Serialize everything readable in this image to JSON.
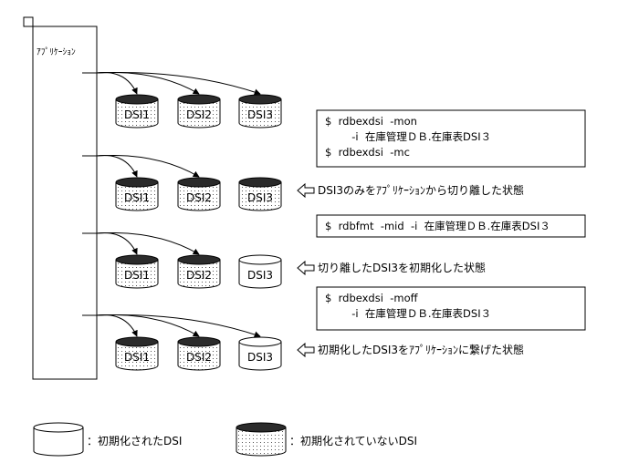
{
  "app_label": "ｱﾌﾟﾘｹｰｼｮﾝ",
  "stages": [
    {
      "dsis": [
        {
          "label": "DSI1",
          "initialized": false
        },
        {
          "label": "DSI2",
          "initialized": false
        },
        {
          "label": "DSI3",
          "initialized": false
        }
      ],
      "connected": [
        true,
        true,
        true
      ],
      "caption": ""
    },
    {
      "dsis": [
        {
          "label": "DSI1",
          "initialized": false
        },
        {
          "label": "DSI2",
          "initialized": false
        },
        {
          "label": "DSI3",
          "initialized": false
        }
      ],
      "connected": [
        true,
        true,
        false
      ],
      "caption": "DSI3のみをｱﾌﾟﾘｹｰｼｮﾝから切り離した状態"
    },
    {
      "dsis": [
        {
          "label": "DSI1",
          "initialized": false
        },
        {
          "label": "DSI2",
          "initialized": false
        },
        {
          "label": "DSI3",
          "initialized": true
        }
      ],
      "connected": [
        true,
        true,
        false
      ],
      "caption": "切り離したDSI3を初期化した状態"
    },
    {
      "dsis": [
        {
          "label": "DSI1",
          "initialized": false
        },
        {
          "label": "DSI2",
          "initialized": false
        },
        {
          "label": "DSI3",
          "initialized": true
        }
      ],
      "connected": [
        true,
        true,
        true
      ],
      "caption": "初期化したDSI3をｱﾌﾟﾘｹｰｼｮﾝに繋げた状態"
    }
  ],
  "commands": [
    [
      "$  rdbexdsi  -mon",
      "        -i  在庫管理ＤＢ.在庫表DSI３",
      "$  rdbexdsi  -mc"
    ],
    [
      "$  rdbfmt  -mid  -i  在庫管理ＤＢ.在庫表DSI３"
    ],
    [
      "$  rdbexdsi  -moff",
      "        -i  在庫管理ＤＢ.在庫表DSI３"
    ]
  ],
  "legend": {
    "initialized": "：初期化されたDSI",
    "not_initialized": "：初期化されていないDSI"
  }
}
